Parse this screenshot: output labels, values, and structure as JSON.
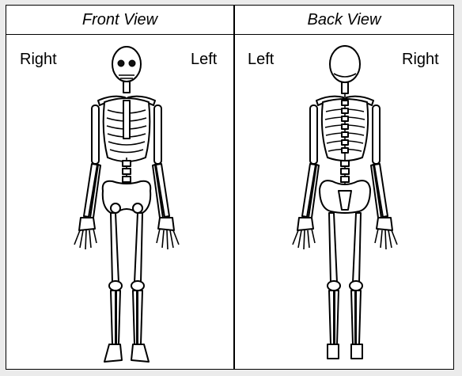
{
  "panels": {
    "front": {
      "title": "Front View",
      "left_side": "Right",
      "right_side": "Left"
    },
    "back": {
      "title": "Back View",
      "left_side": "Left",
      "right_side": "Right"
    }
  }
}
